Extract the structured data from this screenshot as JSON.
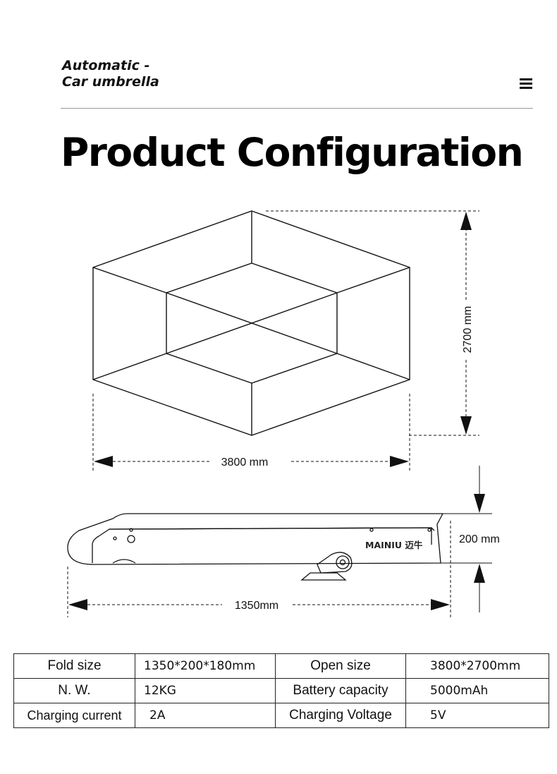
{
  "header": {
    "brand_line1": "Automatic -",
    "brand_line2": "Car umbrella",
    "menu_icon": "hamburger-menu-icon"
  },
  "title": "Product Configuration",
  "diagram": {
    "open_width": "3800 mm",
    "open_depth": "2700 mm",
    "fold_length": "1350mm",
    "fold_height": "200 mm",
    "logo_text": "MAINIU 迈牛"
  },
  "specs": [
    {
      "label1": "Fold size",
      "value1": "1350*200*180mm",
      "label2": "Open size",
      "value2": "3800*2700mm"
    },
    {
      "label1": "N. W.",
      "value1": "12KG",
      "label2": "Battery capacity",
      "value2": "5000mAh"
    },
    {
      "label1": "Charging current",
      "value1": "2A",
      "label2": "Charging Voltage",
      "value2": "5V"
    }
  ]
}
